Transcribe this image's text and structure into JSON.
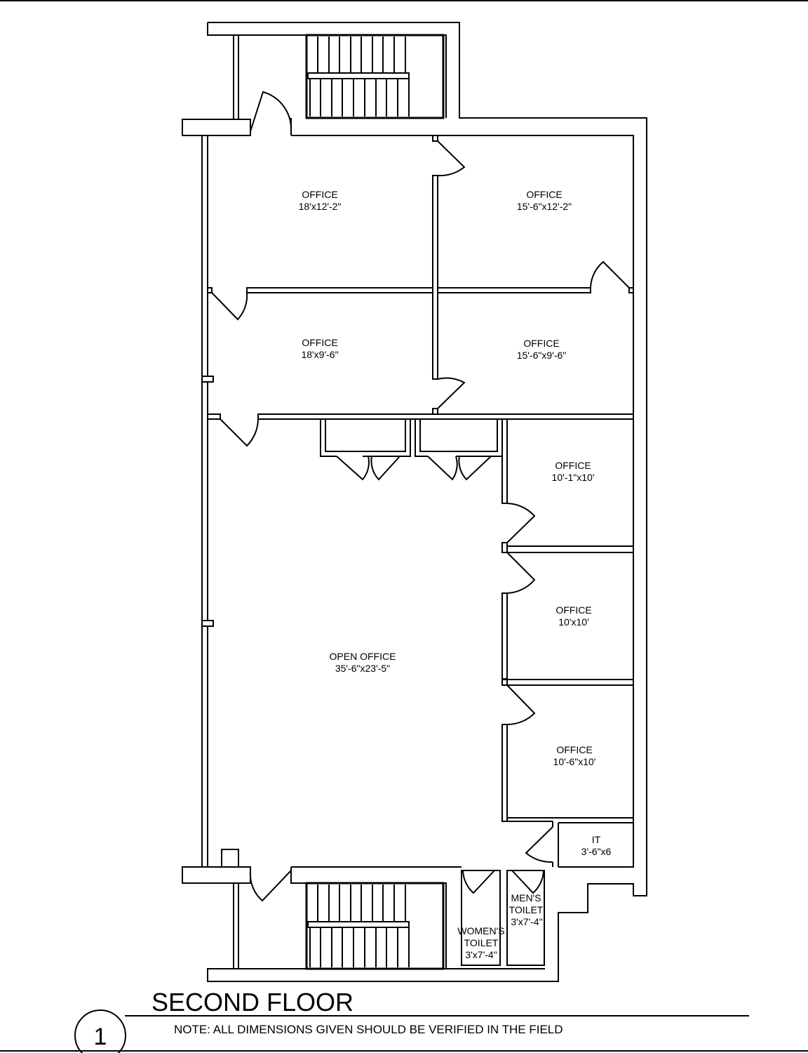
{
  "drawing": {
    "number": "1",
    "title": "SECOND FLOOR",
    "note": "NOTE: ALL DIMENSIONS GIVEN SHOULD BE VERIFIED IN THE FIELD"
  },
  "rooms": [
    {
      "name": "OFFICE",
      "size": "18'x12'-2\""
    },
    {
      "name": "OFFICE",
      "size": "15'-6\"x12'-2\""
    },
    {
      "name": "OFFICE",
      "size": "18'x9'-6\""
    },
    {
      "name": "OFFICE",
      "size": "15'-6\"x9'-6\""
    },
    {
      "name": "OFFICE",
      "size": "10'-1\"x10'"
    },
    {
      "name": "OFFICE",
      "size": "10'x10'"
    },
    {
      "name": "OPEN OFFICE",
      "size": "35'-6\"x23'-5\""
    },
    {
      "name": "OFFICE",
      "size": "10'-6\"x10'"
    },
    {
      "name": "IT",
      "size": "3'-6\"x6"
    },
    {
      "name": "MEN'S",
      "name2": "TOILET",
      "size": "3'x7'-4\""
    },
    {
      "name": "WOMEN'S",
      "name2": "TOILET",
      "size": "3'x7'-4\""
    }
  ]
}
